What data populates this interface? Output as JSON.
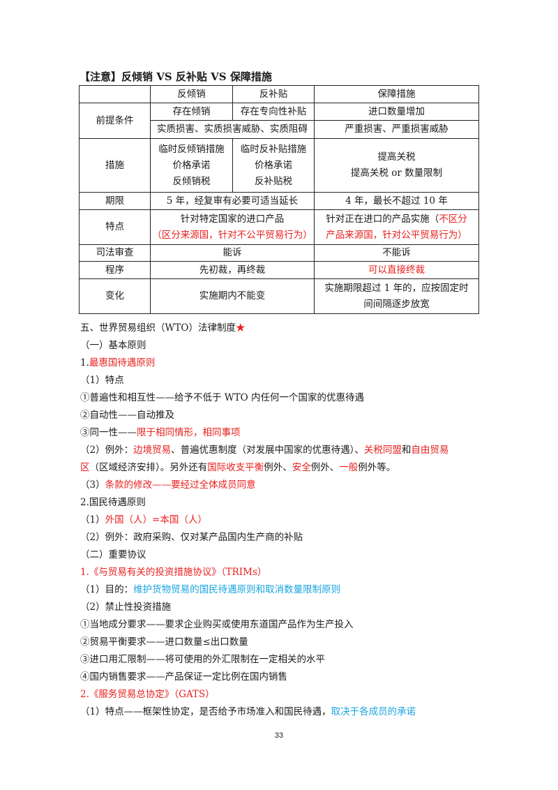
{
  "note_title": "【注意】反倾销 VS 反补贴 VS 保障措施",
  "table": {
    "h_ad": "反倾销",
    "h_cvd": "反补贴",
    "h_sg": "保障措施",
    "r1_label": "前提条件",
    "r1_ad": "存在倾销",
    "r1_cvd": "存在专向性补贴",
    "r1_sg": "进口数量增加",
    "r1b_adcvd": "实质损害、实质损害威胁、实质阻碍",
    "r1b_sg": "严重损害、严重损害威胁",
    "r2_label": "措施",
    "r2_ad": [
      "临时反倾销措施",
      "价格承诺",
      "反倾销税"
    ],
    "r2_cvd": [
      "临时反补贴措施",
      "价格承诺",
      "反补贴税"
    ],
    "r2_sg": [
      "提高关税",
      "提高关税 or 数量限制"
    ],
    "r3_label": "期限",
    "r3_adcvd": "5 年，经复审有必要可适当延长",
    "r3_sg": "4 年，最长不超过 10 年",
    "r4_label": "特点",
    "r4_adcvd_1": "针对特定国家的进口产品",
    "r4_adcvd_2": "（区分来源国，针对不公平贸易行为）",
    "r4_sg_1a": "针对正在进口的产品实施（",
    "r4_sg_1b": "不区分",
    "r4_sg_2": "产品来源国，针对公平贸易行为）",
    "r5_label": "司法审查",
    "r5_adcvd": "能诉",
    "r5_sg": "不能诉",
    "r6_label": "程序",
    "r6_adcvd": "先初裁，再终裁",
    "r6_sg": "可以直接终裁",
    "r7_label": "变化",
    "r7_adcvd": "实施期内不能变",
    "r7_sg": [
      "实施期限超过 1 年的，应按固定时",
      "间间隔逐步放宽"
    ]
  },
  "text": {
    "l01": "五、世界贸易组织（WTO）法律制度",
    "l01_star": "★",
    "l02": "（一）基本原则",
    "l03a": "1.",
    "l03b": "最惠国待遇原则",
    "l04": "（1）特点",
    "l05": "①普遍性和相互性——给予不低于 WTO 内任何一个国家的优惠待遇",
    "l06": "②自动性——自动推及",
    "l07a": "③同一性——",
    "l07b": "限于相同情形，相同事项",
    "l08a": "（2）例外：",
    "l08b": "边境贸易",
    "l08c": "、普遍优惠制度（对发展中国家的优惠待遇）、",
    "l08d": "关税同盟",
    "l08e": "和",
    "l08f": "自由贸易",
    "l09a": "区",
    "l09b": "（区域经济安排）。另外还有",
    "l09c": "国际收支平衡",
    "l09d": "例外、",
    "l09e": "安全",
    "l09f": "例外、",
    "l09g": "一般",
    "l09h": "例外等。",
    "l10a": "（3）",
    "l10b": "条款的修改——要经过全体成员同意",
    "l11": "2.国民待遇原则",
    "l12a": "（1）",
    "l12b": "外国（人）=本国（人）",
    "l13": "（2）例外：政府采购、仅对某产品国内生产商的补贴",
    "l14": "（二）重要协议",
    "l15a": "1.",
    "l15b": "《与贸易有关的投资措施协议》（TRIMs）",
    "l16a": "（1）目的：",
    "l16b": "维护货物贸易的国民待遇原则和取消数量限制原则",
    "l17": "（2）禁止性投资措施",
    "l18": "①当地成分要求——要求企业购买或使用东道国产品作为生产投入",
    "l19": "②贸易平衡要求——进口数量≤出口数量",
    "l20": "③进口用汇限制——将可使用的外汇限制在一定相关的水平",
    "l21": "④国内销售要求——产品保证一定比例在国内销售",
    "l22a": "2.",
    "l22b": "《服务贸易总协定》（GATS）",
    "l23a": "（1）特点——框架性协定，是否给予市场准入和国民待遇，",
    "l23b": "取决于各成员的承诺"
  },
  "page_number": "33"
}
